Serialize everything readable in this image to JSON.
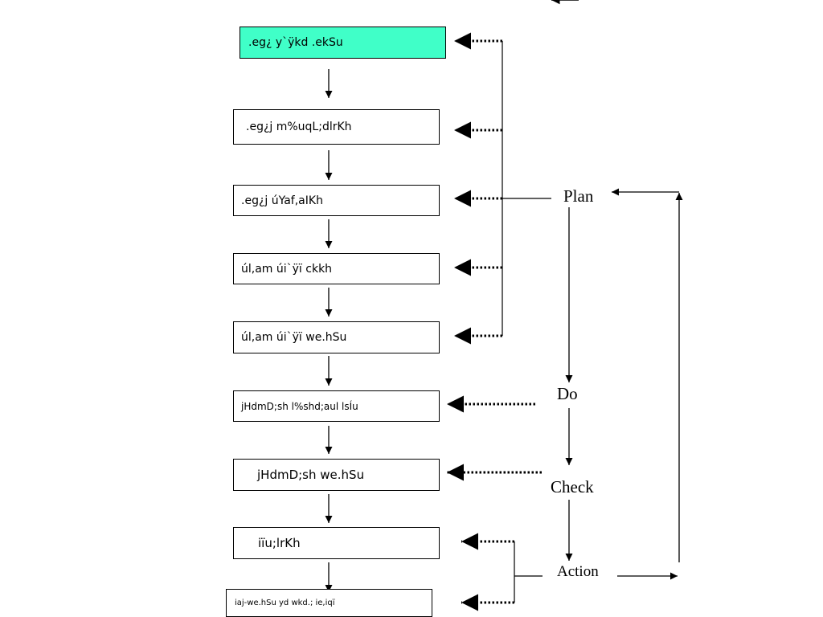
{
  "colors": {
    "highlight_box": "#40ffc8",
    "lines": "#000000",
    "background": "#ffffff"
  },
  "steps": [
    {
      "text": ".eg¿ y`ÿkd .ekSu"
    },
    {
      "text": ".eg¿j m%uqL;dlrKh"
    },
    {
      "text": ".eg¿j úYaf,aIKh"
    },
    {
      "text": "úl,am úi`ÿï ckkh"
    },
    {
      "text": "úl,am úi`ÿï we.hSu"
    },
    {
      "text": "jHdmD;sh l%shd;aul lsÍu"
    },
    {
      "text": "jHdmD;sh we.hSu"
    },
    {
      "text": "iïu;lrKh"
    },
    {
      "text": "iaj-we.hSu yd wkd.; ie,iqï"
    }
  ],
  "cycle": {
    "plan": "Plan",
    "do": "Do",
    "check": "Check",
    "action": "Action"
  }
}
